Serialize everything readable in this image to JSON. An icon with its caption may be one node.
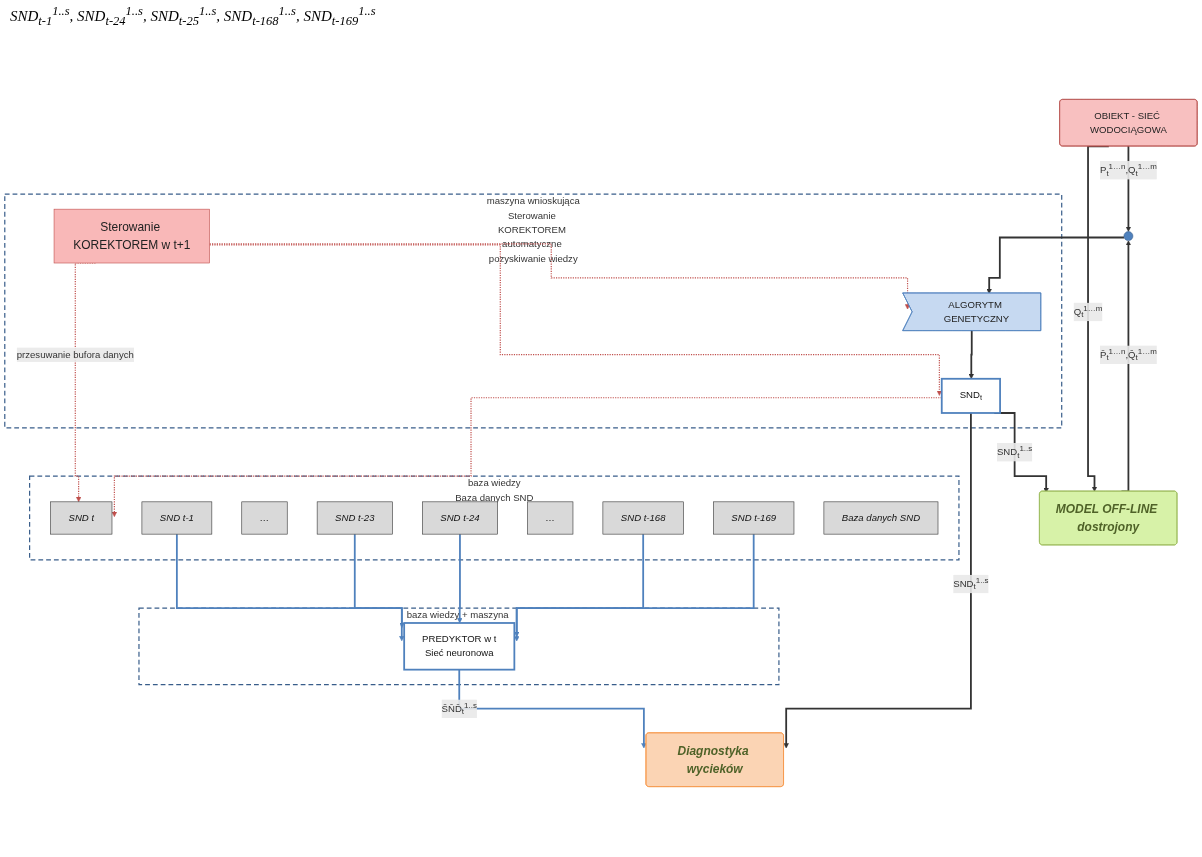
{
  "diagram": {
    "nodes": [
      {
        "text": [
          "OBIEKT - SIEĆ WODOCIĄGOWA"
        ]
      },
      {
        "text": [],
        "shape": "circle"
      },
      {
        "text": [
          "MODEL OFF-LINE dostrojony"
        ]
      },
      {
        "text": [
          "Diagnostyka wycieków"
        ]
      },
      {
        "text": [
          "maszyna wnioskująca",
          "Sterowanie KOREKTOREM automatyczne pozyskiwanie wiedzy"
        ]
      },
      {
        "text": [
          "Sterowanie KOREKTOREM w t+1"
        ],
        "in": 4
      },
      {
        "text": [
          "ALGORYTM GENETYCZNY"
        ],
        "in": 4
      },
      {
        "text": [
          "SND$_{t}$"
        ],
        "in": 4
      },
      {
        "text": [
          "baza wiedzy + maszyna wnioskująca"
        ]
      },
      {
        "text": [
          "PREDYKTOR w t",
          "Sieć neuronowa"
        ],
        "in": 8
      },
      {
        "text": [
          "baza wiedzy",
          "Baza danych SND"
        ]
      },
      {
        "text": [
          "SND t"
        ],
        "in": 10
      },
      {
        "text": [
          "SND t-1"
        ],
        "in": 10
      },
      {
        "text": [
          "…"
        ],
        "in": 10
      },
      {
        "text": [
          "SND t-23"
        ],
        "in": 10
      },
      {
        "text": [
          "SND t-24"
        ],
        "in": 10
      },
      {
        "text": [
          "…"
        ],
        "in": 10
      },
      {
        "text": [
          "SND t-168"
        ],
        "in": 10
      },
      {
        "text": [
          "SND t-169"
        ],
        "in": 10
      },
      {
        "text": [
          "Baza danych SND"
        ],
        "in": 10
      }
    ],
    "edges": [
      {
        "from": 0,
        "to": 1,
        "arrow": "to",
        "label": "P$_{t}$$^{1…n}$,Q$_{t}$$^{1…m}$"
      },
      {
        "from": 0,
        "to": 2,
        "arrow": "to",
        "label": "Q$_{t}$$^{1…m}$"
      },
      {
        "from": 2,
        "to": 1,
        "arrow": "to",
        "label": "P̄$_{t}$$^{1…n}$,Q̄$_{t}$$^{1…m}$"
      },
      {
        "from": 1,
        "to": 6,
        "arrow": "to"
      },
      {
        "from": 6,
        "to": 7,
        "arrow": "to"
      },
      {
        "from": 7,
        "to": 2,
        "arrow": "to",
        "label": "SND$_{t}$$^{1..s}$"
      },
      {
        "from": 7,
        "to": 3,
        "arrow": "to",
        "label": "SND$_{t}$$^{1..s}$"
      },
      {
        "from": 9,
        "to": 3,
        "arrow": "to",
        "label": "S̄N̄D̄$_{t}$$^{1..s}$",
        "color": "#4f81bd"
      },
      {
        "from": 5,
        "to": 6,
        "arrow": "to",
        "style": "dashed",
        "color": "#c0504d"
      },
      {
        "from": 5,
        "to": 7,
        "arrow": "to",
        "style": "dashed",
        "color": "#c0504d"
      },
      {
        "from": 5,
        "to": 11,
        "arrow": "to",
        "style": "dashed",
        "color": "#c0504d",
        "label": "przesuwanie bufora danych"
      },
      {
        "from": 7,
        "to": 11,
        "arrow": "to",
        "style": "dashed",
        "color": "#c0504d"
      },
      {
        "from": 12,
        "to": 9,
        "arrow": "to",
        "color": "#4f81bd"
      },
      {
        "from": 14,
        "to": 9,
        "arrow": "to",
        "color": "#4f81bd"
      },
      {
        "from": 15,
        "to": 9,
        "arrow": "to",
        "color": "#4f81bd"
      },
      {
        "from": 17,
        "to": 9,
        "arrow": "to",
        "color": "#4f81bd"
      },
      {
        "from": 18,
        "to": 9,
        "arrow": "to",
        "color": "#4f81bd"
      }
    ],
    "labels": [
      "SND$_{t-1}$$^{1..s}$, SND$_{t-24}$$^{1..s}$, SND$_{t-25}$$^{1..s}$, SND$_{t-168}$$^{1..s}$, SND$_{t-169}$$^{1..s}$"
    ]
  }
}
